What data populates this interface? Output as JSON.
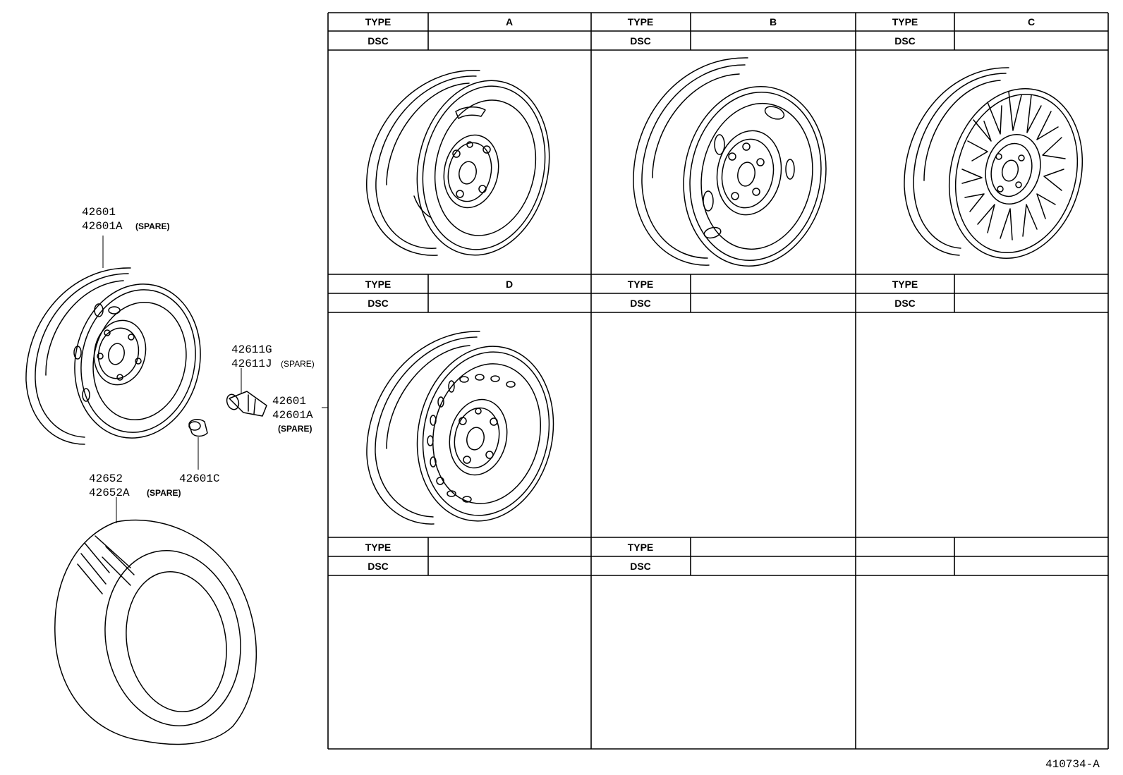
{
  "table": {
    "type_label": "TYPE",
    "dsc_label": "DSC",
    "cells": [
      {
        "type": "A",
        "dsc": ""
      },
      {
        "type": "B",
        "dsc": ""
      },
      {
        "type": "C",
        "dsc": ""
      },
      {
        "type": "D",
        "dsc": ""
      },
      {
        "type": "",
        "dsc": ""
      },
      {
        "type": "",
        "dsc": ""
      },
      {
        "type": "",
        "dsc": ""
      },
      {
        "type": "",
        "dsc": ""
      }
    ]
  },
  "parts": {
    "wheel_no": "42601",
    "wheel_spare_no": "42601A",
    "valve_no": "42611G",
    "valve_spare_no": "42611J",
    "ref_wheel_no": "42601",
    "ref_wheel_spare_no": "42601A",
    "nut_no": "42601C",
    "tire_no": "42652",
    "tire_spare_no": "42652A",
    "spare_label": "(SPARE)",
    "spare_label_small": "(SPARE)"
  },
  "figure_code": "410734-A"
}
